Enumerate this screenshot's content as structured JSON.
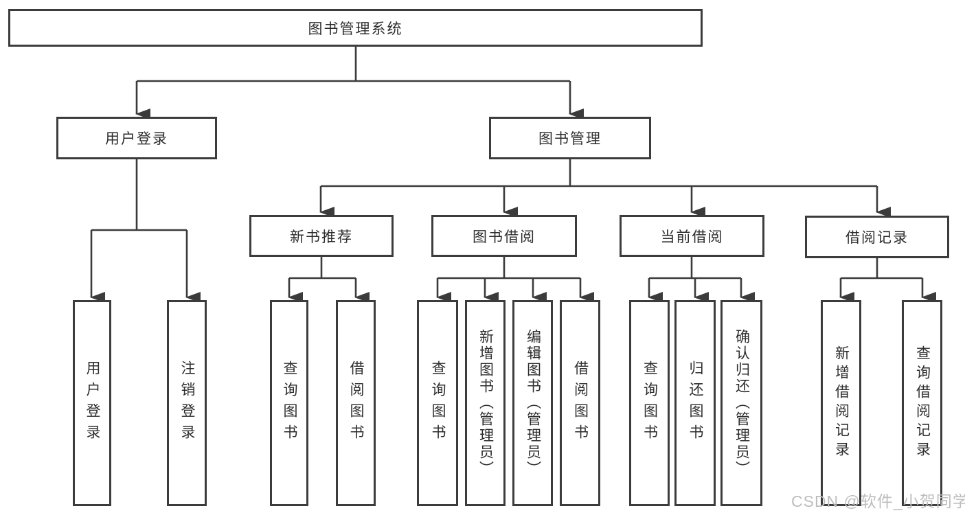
{
  "tree": {
    "root": {
      "label": "图书管理系统"
    },
    "level2": [
      {
        "label": "用户登录"
      },
      {
        "label": "图书管理"
      }
    ],
    "level3": [
      {
        "label": "新书推荐"
      },
      {
        "label": "图书借阅"
      },
      {
        "label": "当前借阅"
      },
      {
        "label": "借阅记录"
      }
    ],
    "leaf_groups": [
      {
        "parent": "用户登录",
        "items": [
          {
            "label": "用户登录"
          },
          {
            "label": "注销登录"
          }
        ]
      },
      {
        "parent": "新书推荐",
        "items": [
          {
            "label": "查询图书"
          },
          {
            "label": "借阅图书"
          }
        ]
      },
      {
        "parent": "图书借阅",
        "items": [
          {
            "label": "查询图书"
          },
          {
            "label": "新增图书（管理员）"
          },
          {
            "label": "编辑图书（管理员）"
          },
          {
            "label": "借阅图书"
          }
        ]
      },
      {
        "parent": "当前借阅",
        "items": [
          {
            "label": "查询图书"
          },
          {
            "label": "归还图书"
          },
          {
            "label": "确认归还（管理员）"
          }
        ]
      },
      {
        "parent": "借阅记录",
        "items": [
          {
            "label": "新增借阅记录"
          },
          {
            "label": "查询借阅记录"
          }
        ]
      }
    ]
  },
  "watermark": {
    "text": "CSDN @软件_小贺同学"
  },
  "colors": {
    "line": "#3b3b3b",
    "box_border": "#3c3c3c",
    "box_fill": "#ffffff",
    "text": "#2d2d2d",
    "watermark": "#bdbdbd",
    "background": "#ffffff"
  }
}
